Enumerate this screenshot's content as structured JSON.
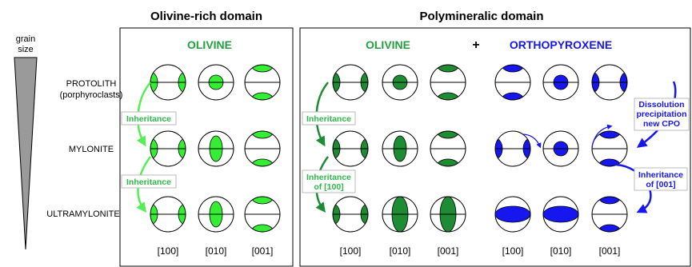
{
  "grain_size_label": [
    "grain",
    "size"
  ],
  "domains": {
    "olivine_rich": {
      "title": "Olivine-rich domain",
      "header": "OLIVINE"
    },
    "polymineralic": {
      "title": "Polymineralic domain",
      "header_olivine": "OLIVINE",
      "plus": "+",
      "header_opx": "ORTHOPYROXENE"
    }
  },
  "rows": {
    "protolith": [
      "PROTOLITH",
      "(porphyroclasts)"
    ],
    "mylonite": "MYLONITE",
    "ultramylonite": "ULTRAMYLONITE"
  },
  "axes": [
    "[100]",
    "[010]",
    "[001]"
  ],
  "annotations": {
    "inheritance_1": "Inheritance",
    "inheritance_2": "Inheritance",
    "poly_inheritance_1": "Inheritance",
    "poly_inheritance_100": [
      "Inheritance",
      "of [100]"
    ],
    "dissolution": [
      "Dissolution",
      "precipitation",
      "new CPO"
    ],
    "opx_inheritance_001": [
      "Inheritance",
      "of [001]"
    ]
  },
  "colors": {
    "olivine_light": "#33ee33",
    "olivine_dark": "#1e8c32",
    "opx_blue": "#1616ee",
    "header_green": "#22a040",
    "label_green": "#2db84a",
    "arrow_light_green": "#55ee55"
  },
  "icons": [
    "plus-icon",
    "grain-size-wedge-icon",
    "arrow-icon"
  ]
}
